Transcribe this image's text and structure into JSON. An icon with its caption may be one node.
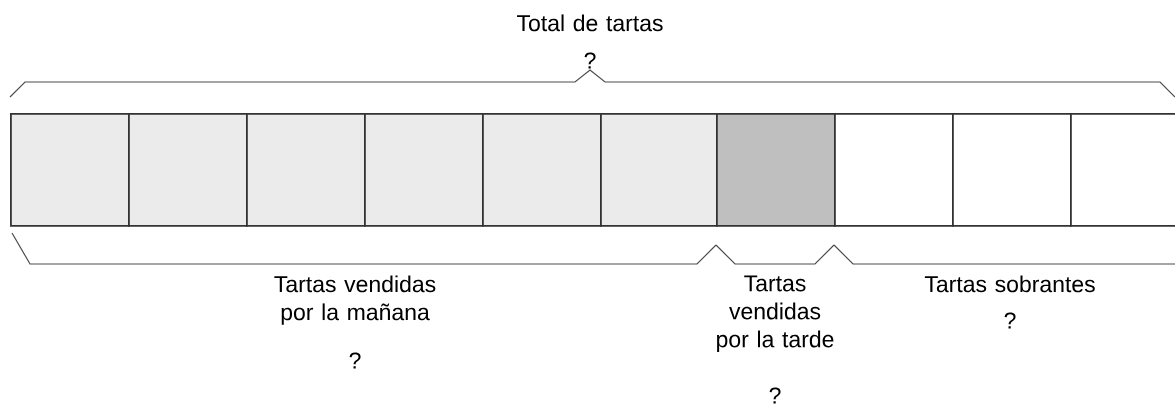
{
  "diagram": {
    "nodes": [
      {
        "text": [],
        "shape": "box"
      },
      {
        "text": [],
        "shape": "box"
      },
      {
        "text": [],
        "shape": "box"
      },
      {
        "text": [],
        "shape": "box"
      },
      {
        "text": [],
        "shape": "box"
      },
      {
        "text": [],
        "shape": "box"
      },
      {
        "text": [],
        "shape": "box"
      },
      {
        "text": [],
        "shape": "box"
      },
      {
        "text": [],
        "shape": "box"
      },
      {
        "text": [],
        "shape": "box"
      }
    ],
    "labels": [
      "Total de tartas",
      "?",
      "Tartas vendidas por la mañana",
      "?",
      "Tartas vendidas por la tarde",
      "?",
      "Tartas sobrantes",
      "?"
    ]
  }
}
